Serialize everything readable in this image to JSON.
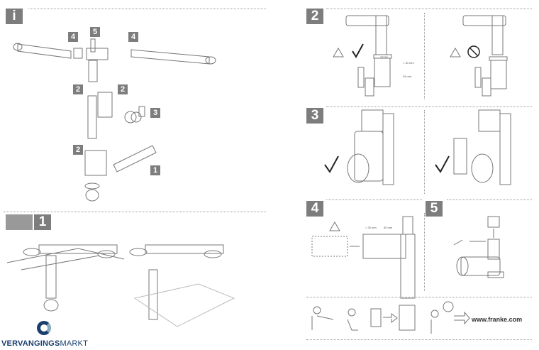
{
  "left_page": {
    "info_badge": "i",
    "part_labels": [
      "4",
      "5",
      "4",
      "2",
      "2",
      "3",
      "2",
      "1"
    ],
    "step1": "1"
  },
  "right_page": {
    "steps": [
      "2",
      "3",
      "4",
      "5"
    ],
    "step2": {
      "stop_label": "STOP",
      "dim_top": "> 30 mm",
      "dim_bottom": "45 mm"
    },
    "step4": {
      "dim_left": "> 30 mm",
      "dim_right": "50 mm"
    },
    "footer_url": "www.franke.com"
  },
  "watermark": {
    "bold": "VERVANGINGS",
    "light": "MARKT"
  },
  "colors": {
    "badge": "#7d7d7d",
    "logo": "#1a3e6e",
    "line": "#666666"
  }
}
